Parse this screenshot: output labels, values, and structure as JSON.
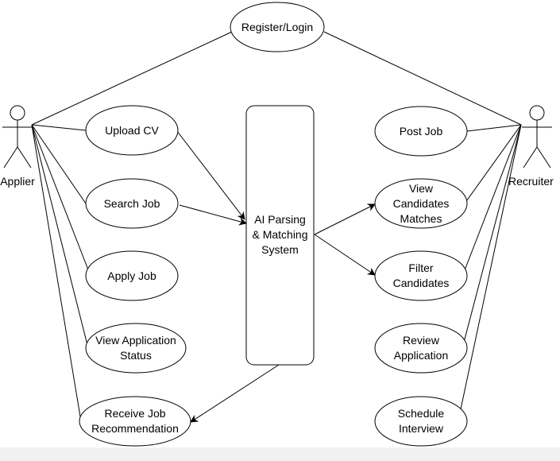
{
  "actors": {
    "applier": "Applier",
    "recruiter": "Recruiter"
  },
  "system": {
    "name": "AI Parsing\n& Matching\nSystem"
  },
  "use_cases": {
    "register_login": "Register/Login",
    "upload_cv": "Upload CV",
    "search_job": "Search Job",
    "apply_job": "Apply Job",
    "view_application_status": "View Application\nStatus",
    "receive_job_recommendation": "Receive Job\nRecommendation",
    "post_job": "Post Job",
    "view_candidates_matches": "View\nCandidates\nMatches",
    "filter_candidates": "Filter\nCandidates",
    "review_application": "Review\nApplication",
    "schedule_interview": "Schedule\nInterview"
  },
  "colors": {
    "stroke": "#000000",
    "fill": "#ffffff",
    "background": "#ffffff",
    "footer": "#f1f1f1"
  }
}
